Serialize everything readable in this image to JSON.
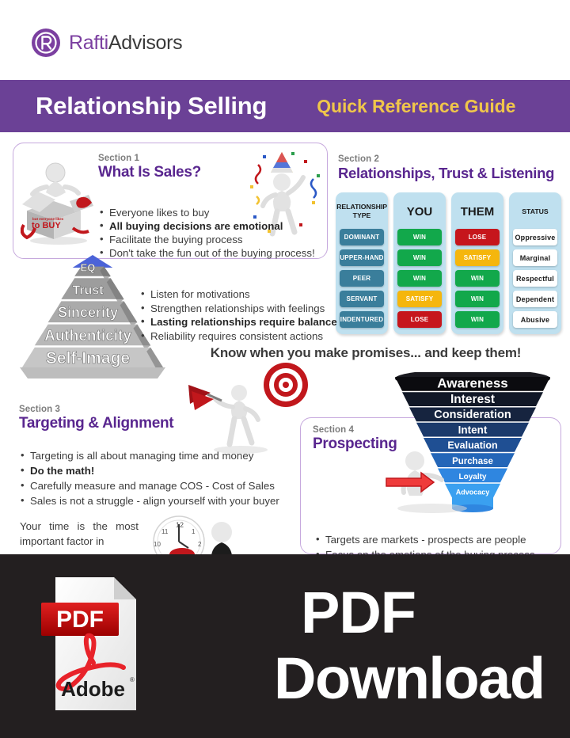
{
  "brand": {
    "logo_icon": "circled-r-logo-icon",
    "name_part1": "Rafti",
    "name_part2": "Advisors",
    "purple": "#6b4196",
    "gold": "#f0c64a"
  },
  "header": {
    "title": "Relationship Selling",
    "subtitle": "Quick Reference Guide"
  },
  "section1": {
    "label": "Section 1",
    "title": "What Is Sales?",
    "bullets": [
      {
        "text": "Everyone likes to buy",
        "bold": false
      },
      {
        "text": "All buying decisions are emotional",
        "bold": true
      },
      {
        "text": "Facilitate the buying process",
        "bold": false
      },
      {
        "text": "Don't take the fun out of the buying process!",
        "bold": false
      }
    ],
    "figure_buybox_text": "to BUY",
    "figure_buybox_small": "but everyone likes"
  },
  "section2": {
    "label": "Section 2",
    "title": "Relationships, Trust & Listening",
    "table": {
      "columns": [
        "RELATIONSHIP TYPE",
        "YOU",
        "THEM",
        "STATUS"
      ],
      "rows": [
        {
          "type": "DOMINANT",
          "you": "WIN",
          "you_state": "win",
          "them": "LOSE",
          "them_state": "lose",
          "status": "Oppressive"
        },
        {
          "type": "UPPER-HAND",
          "you": "WIN",
          "you_state": "win",
          "them": "SATISFY",
          "them_state": "satisfy",
          "status": "Marginal"
        },
        {
          "type": "PEER",
          "you": "WIN",
          "you_state": "win",
          "them": "WIN",
          "them_state": "win",
          "status": "Respectful"
        },
        {
          "type": "SERVANT",
          "you": "SATISFY",
          "you_state": "satisfy",
          "them": "WIN",
          "them_state": "win",
          "status": "Dependent"
        },
        {
          "type": "INDENTURED",
          "you": "LOSE",
          "you_state": "lose",
          "them": "WIN",
          "them_state": "win",
          "status": "Abusive"
        }
      ],
      "colors": {
        "win": "#12a84b",
        "lose": "#c6161c",
        "satisfy": "#f5b60d",
        "type": "#3a7e9b",
        "column_bg": "#bfe0ef"
      }
    }
  },
  "pyramid": {
    "levels": [
      "EQ",
      "Trust",
      "Sincerity",
      "Authenticity",
      "Self-Image"
    ],
    "apex_color": "#4b63d8"
  },
  "trust_bullets": [
    {
      "text": "Listen for motivations",
      "bold": false
    },
    {
      "text": "Strengthen relationships with feelings",
      "bold": false
    },
    {
      "text": "Lasting relationships require balance",
      "bold": true
    },
    {
      "text": "Reliability requires consistent actions",
      "bold": false
    }
  ],
  "promise_banner": "Know when you make promises... and keep them!",
  "section3": {
    "label": "Section 3",
    "title": "Targeting & Alignment",
    "bullets": [
      {
        "text": "Targeting is all about managing time and money",
        "bold": false
      },
      {
        "text": "Do the math!",
        "bold": true
      },
      {
        "text": "Carefully measure and manage COS - Cost of Sales",
        "bold": false
      },
      {
        "text": "Sales is not a struggle - align yourself with your buyer",
        "bold": false
      }
    ],
    "paragraph": "Your time is the most important factor in",
    "clock_numbers": [
      "12",
      "1",
      "2",
      "10",
      "11"
    ]
  },
  "section4": {
    "label": "Section 4",
    "title": "Prospecting",
    "bullets": [
      {
        "text": "Targets are markets - prospects are people",
        "bold": false
      },
      {
        "text": "Focus on the emotions of the buying process",
        "bold": false
      }
    ],
    "funnel_stages": [
      "Awareness",
      "Interest",
      "Consideration",
      "Intent",
      "Evaluation",
      "Purchase",
      "Loyalty",
      "Advocacy"
    ]
  },
  "overlay": {
    "line1": "PDF",
    "line2": "Download",
    "background": "#231f20",
    "pdf_icon_badge": "PDF",
    "pdf_icon_brand": "Adobe"
  }
}
